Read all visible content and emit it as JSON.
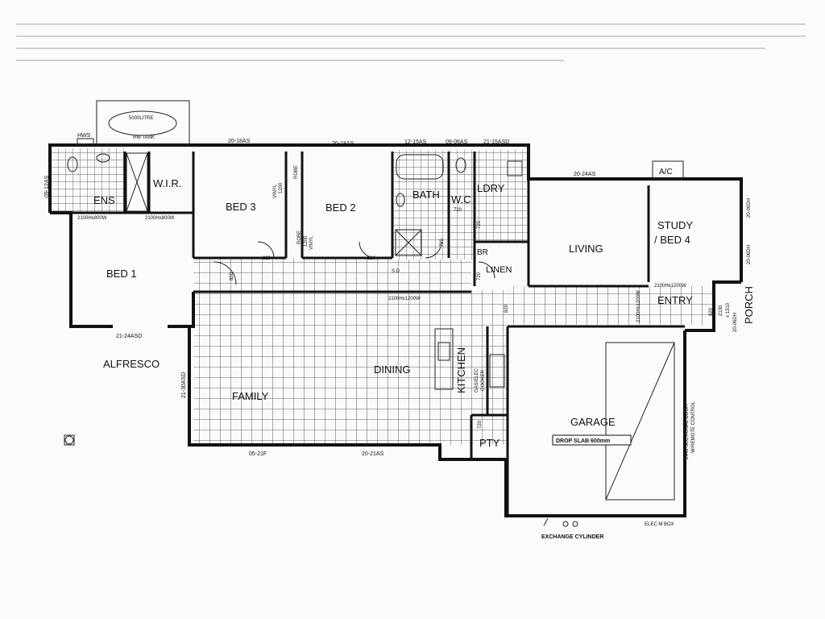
{
  "rooms": {
    "ens": "ENS",
    "wir": "W.I.R.",
    "bed3": "BED 3",
    "bed2": "BED 2",
    "bath": "BATH",
    "wc": "W.C",
    "ldry": "LDRY",
    "living": "LIVING",
    "study_line1": "STUDY",
    "study_line2": "/ BED 4",
    "bed1": "BED 1",
    "linen": "LINEN",
    "br": "BR",
    "entry": "ENTRY",
    "porch": "PORCH",
    "alfresco": "ALFRESCO",
    "dining": "DINING",
    "family": "FAMILY",
    "kitchen": "KITCHEN",
    "pty": "PTY",
    "garage": "GARAGE",
    "robe_a": "ROBE",
    "robe_b": "ROBE",
    "ac": "A/C",
    "hws": "HWS"
  },
  "annotations": {
    "rw_tank_l1": "5000LITRE",
    "rw_tank_l2": "RW TANK",
    "drop_slab": "DROP SLAB 600mm",
    "exchange_cylinder": "EXCHANGE CYLINDER",
    "elec_box": "ELEC M BOX",
    "gas_cooker_l1": "GAS/ELEC",
    "gas_cooker_l2": "COOKER",
    "garage_door_l1": "2448 SECTIONAL DOOR",
    "garage_door_l2": "W/REMOTE CONTROL",
    "vinyl_1200_l1": "VINYL",
    "vinyl_1200_l2": "1200",
    "vinyl_1200b_l1": "1200",
    "vinyl_1200b_l2": "VINYL",
    "sd": "S.D"
  },
  "windows": {
    "w_20_18as_a": "20-18AS",
    "w_20_18as_b": "20-18AS",
    "w_12_15as": "12-15AS",
    "w_09_06as": "09-06AS",
    "w_21_15asd": "21-15ASD",
    "w_09_12as": "09-12AS",
    "w_20_24as": "20-24AS",
    "w_21_24asd": "21-24ASD",
    "w_21_30asd": "21-30ASD",
    "w_05_21f": "05-21F",
    "w_20_21as": "20-21AS",
    "w_20_06dh_a": "20-06DH",
    "w_20_06dh_b": "20-06DH",
    "w_20_06dh_c": "20-06DH"
  },
  "dimensions": {
    "d_ens": "2100Hx800W",
    "d_wir": "2100Hx800W",
    "d_sd": "2100Hx1200W",
    "d_study": "2100Hx1200W",
    "d_living_side": "2100Hx1200W",
    "d_820_a": "820",
    "d_820_b": "820",
    "d_820_c": "820",
    "d_820_d": "820",
    "d_720_a": "720",
    "d_720_b": "720",
    "d_720_c": "720",
    "d_720_d": "720",
    "d_720_e": "720",
    "d_820_e": "820",
    "d_2130": "2130",
    "d_1310": "x 1310"
  }
}
